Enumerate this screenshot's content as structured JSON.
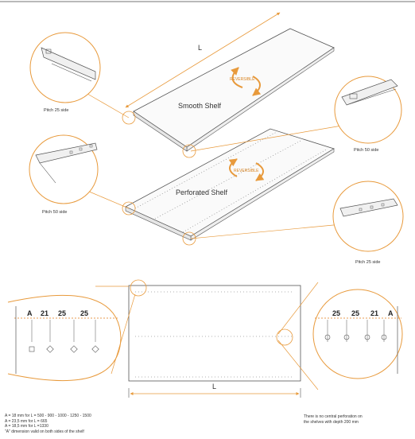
{
  "labels": {
    "length_L_top": "L",
    "reversible_1": "REVERSIBLE",
    "reversible_2": "REVERSIBLE",
    "smooth_shelf": "Smooth Shelf",
    "perforated_shelf": "Perforated Shelf",
    "pitch_25_side_top_left": "Pitch 25 side",
    "pitch_50_side_top_right": "Pitch 50 side",
    "pitch_50_side_mid_left": "Pitch 50 side",
    "pitch_25_side_mid_right": "Pitch 25 side",
    "length_L_bottom": "L"
  },
  "left_dims": [
    "A",
    "21",
    "25",
    "25"
  ],
  "right_dims": [
    "25",
    "25",
    "21",
    "A"
  ],
  "notes_left": [
    "A = 18 mm   for L = 500 - 900 - 1000 - 1250 - 1500",
    "A = 23,5 mm for L = 665",
    "A = 18,5 mm for L =1330",
    "\"A\" dimension valid on both sides of the shelf"
  ],
  "notes_right": [
    "There is no central perforation on",
    "the shelves with depth 200 mm"
  ],
  "colors": {
    "line": "#555555",
    "accent_orange": "#e89a3c",
    "dim_orange": "#e07b1a"
  }
}
